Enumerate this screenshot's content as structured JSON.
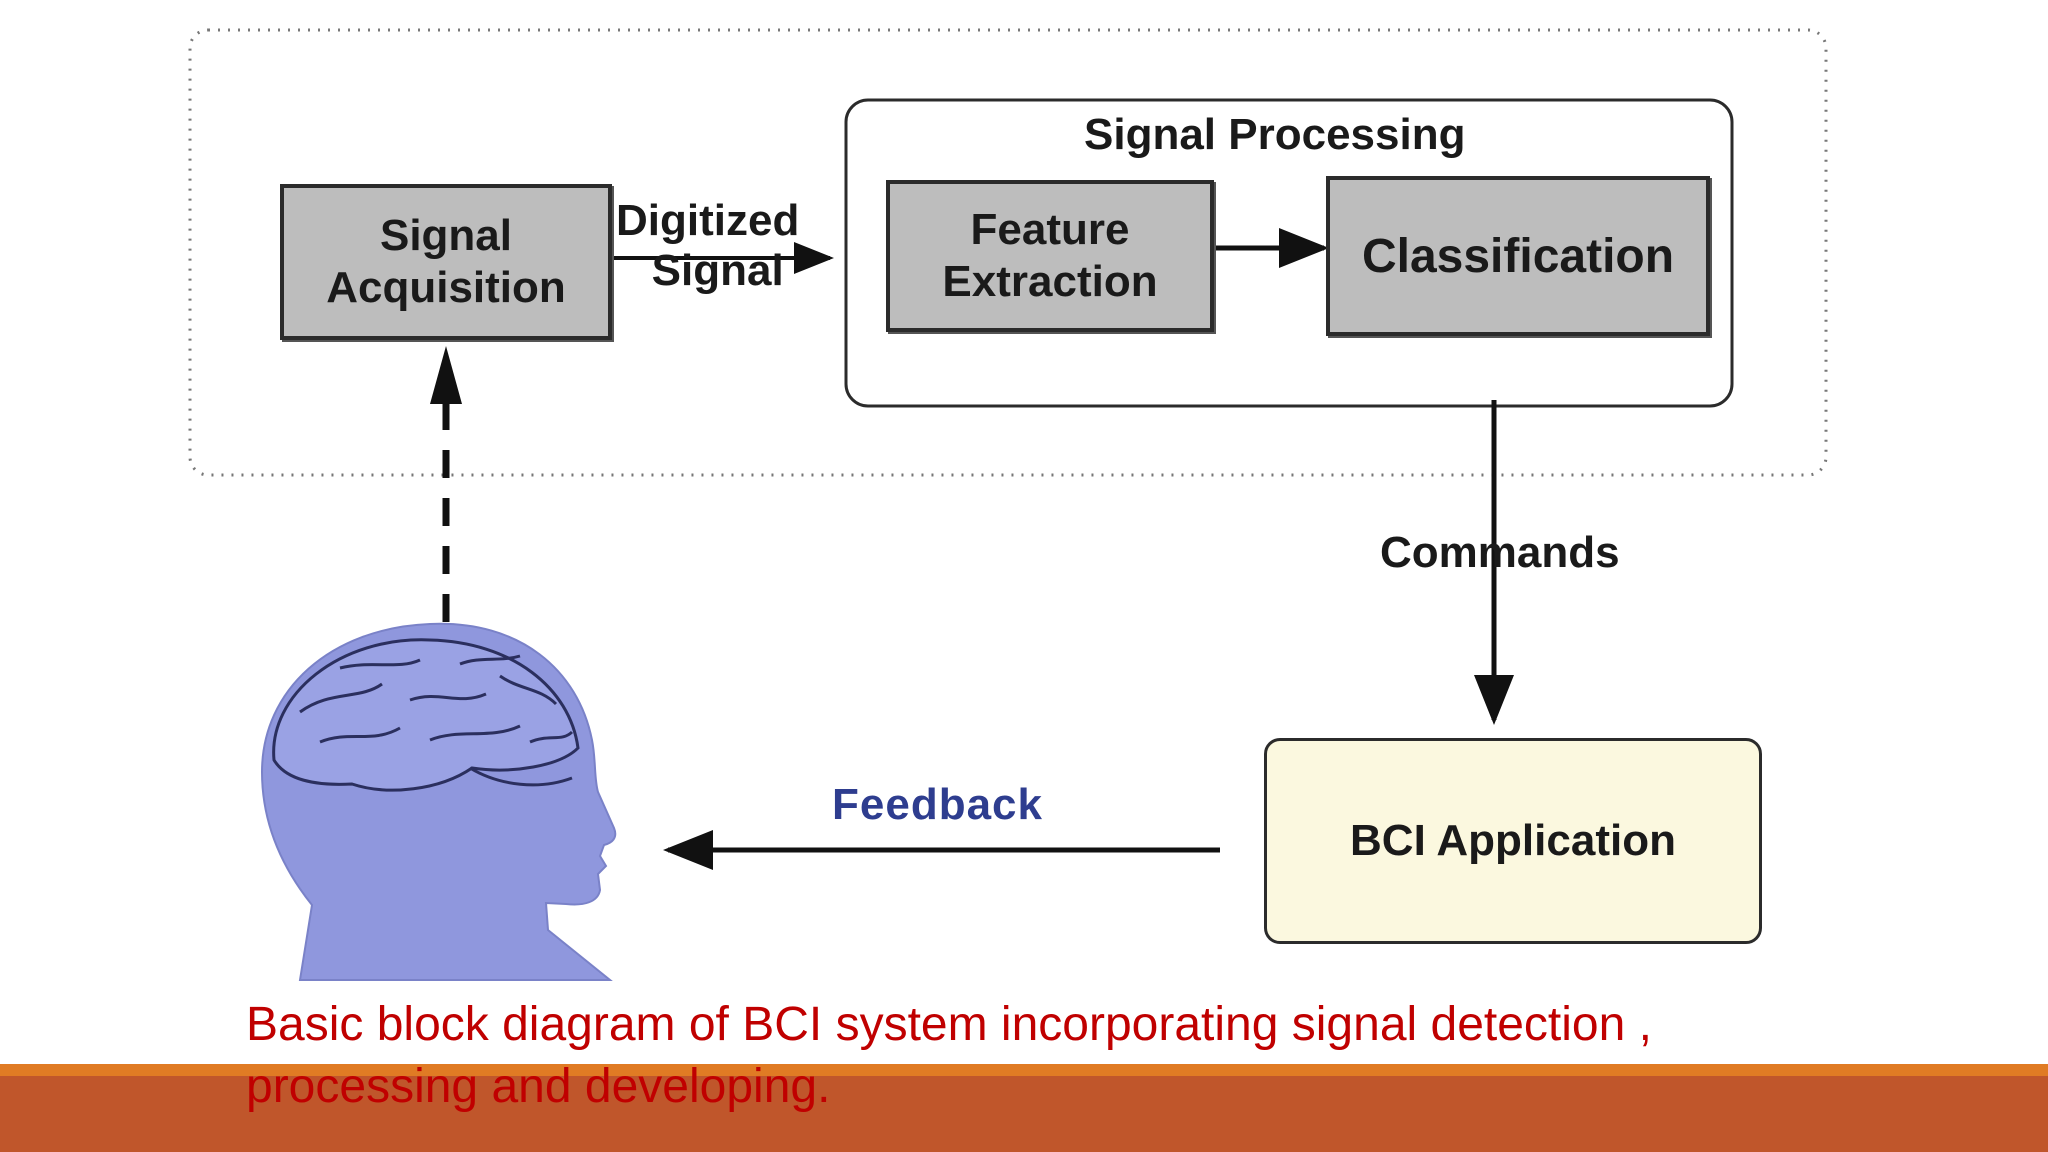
{
  "diagram": {
    "signal_processing_title": "Signal Processing",
    "signal_acquisition": [
      "Signal",
      "Acquisition"
    ],
    "digitized_signal": [
      "Digitized",
      "Signal"
    ],
    "feature_extraction": [
      "Feature",
      "Extraction"
    ],
    "classification": "Classification",
    "commands": "Commands",
    "bci_application": "BCI Application",
    "feedback": "Feedback"
  },
  "caption": {
    "line1": "Basic block diagram of BCI system incorporating signal detection ,",
    "line2": "processing and developing."
  },
  "colors": {
    "caption": "#c00000",
    "feedback": "#2e3d8f",
    "head": "#8f97dd",
    "bci_box": "#fbf8df",
    "footer_thin": "#e07b24",
    "footer_thick": "#c0562b"
  }
}
